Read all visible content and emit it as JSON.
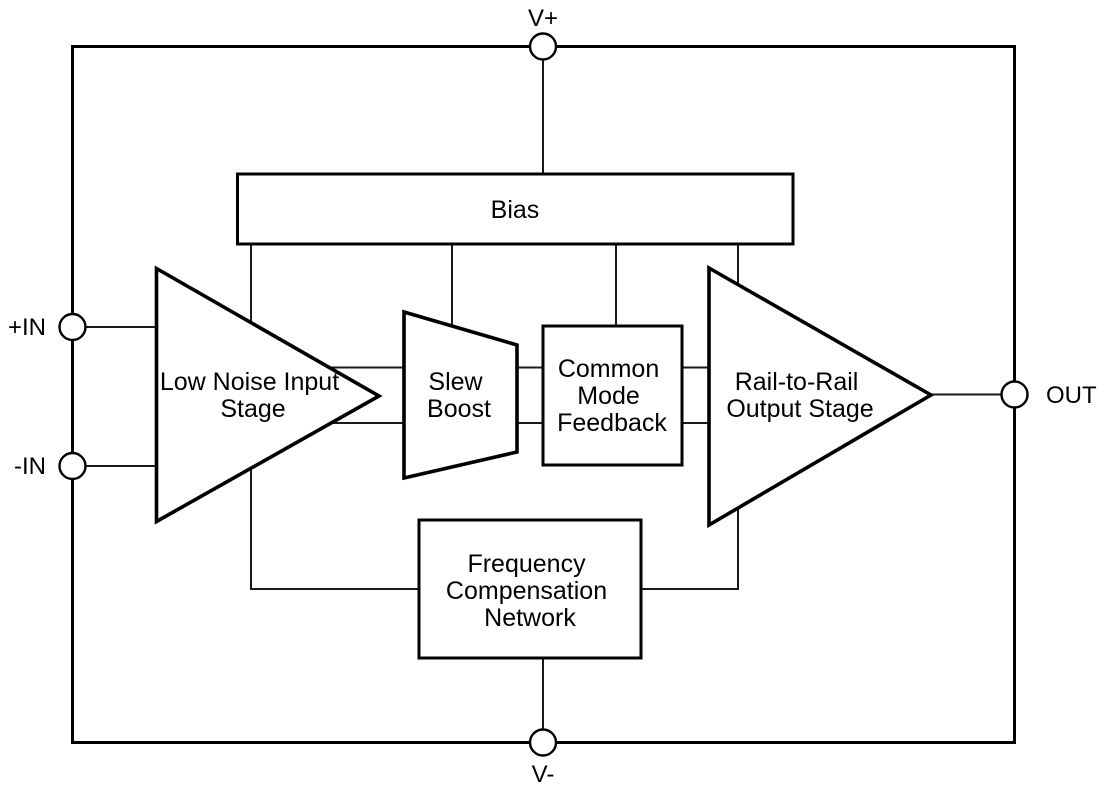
{
  "diagram_type": "op-amp functional block diagram",
  "colors": {
    "line": "#000000",
    "background": "#ffffff",
    "text": "#000000"
  },
  "terminals": {
    "v_plus": {
      "label": "V+"
    },
    "v_minus": {
      "label": "V-"
    },
    "in_plus": {
      "label": "+IN"
    },
    "in_minus": {
      "label": "-IN"
    },
    "out": {
      "label": "OUT"
    }
  },
  "blocks": {
    "bias": {
      "shape": "rectangle",
      "label": "Bias"
    },
    "low_noise_input_stage": {
      "shape": "triangle",
      "lines": [
        "Low Noise Input",
        "Stage"
      ]
    },
    "slew_boost": {
      "shape": "trapezoid",
      "lines": [
        "Slew",
        "Boost"
      ]
    },
    "common_mode_feedback": {
      "shape": "rectangle",
      "lines": [
        "Common",
        "Mode",
        "Feedback"
      ]
    },
    "rail_to_rail_output_stage": {
      "shape": "triangle",
      "lines": [
        "Rail-to-Rail",
        "Output Stage"
      ]
    },
    "frequency_compensation_network": {
      "shape": "rectangle",
      "lines": [
        "Frequency",
        "Compensation",
        "Network"
      ]
    }
  },
  "connections": [
    "V+ -> Bias (top)",
    "Bias -> Low Noise Input Stage",
    "Bias -> Slew Boost",
    "Bias -> Common Mode Feedback",
    "Bias -> Rail-to-Rail Output Stage",
    "+IN -> Low Noise Input Stage",
    "-IN -> Low Noise Input Stage",
    "Low Noise Input Stage -> Slew Boost (2 lines)",
    "Slew Boost -> Common Mode Feedback (2 lines)",
    "Common Mode Feedback -> Rail-to-Rail Output Stage (2 lines)",
    "Rail-to-Rail Output Stage -> OUT",
    "Low Noise Input Stage -> Frequency Compensation Network",
    "Frequency Compensation Network -> Rail-to-Rail Output Stage",
    "Frequency Compensation Network -> V- (bottom)"
  ]
}
